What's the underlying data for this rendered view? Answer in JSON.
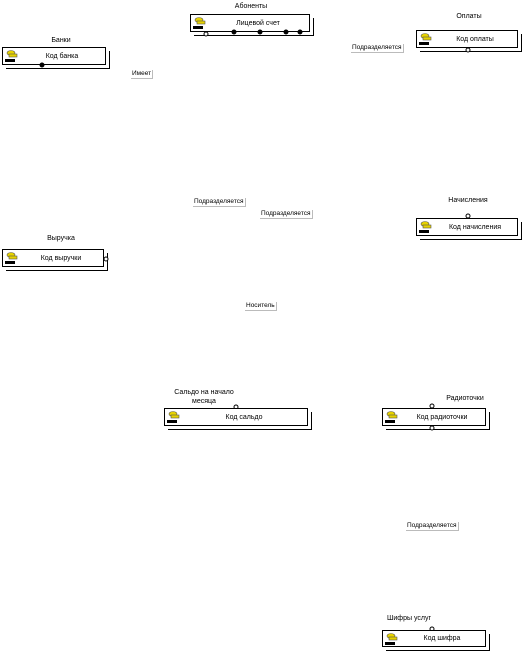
{
  "entities": {
    "abonenty": {
      "title": "Абоненты",
      "key": "Лицевой счет"
    },
    "oplaty": {
      "title": "Оплаты",
      "key": "Код оплаты"
    },
    "banki": {
      "title": "Банки",
      "key": "Код банка"
    },
    "vyruchka": {
      "title": "Выручка",
      "key": "Код выручки"
    },
    "nachisleniya": {
      "title": "Начисления",
      "key": "Код начисления"
    },
    "saldo": {
      "title": "Сальдо на начало месяца",
      "key": "Код сальдо"
    },
    "radiotochki": {
      "title": "Радиоточки",
      "key": "Код радиоточки"
    },
    "shifry": {
      "title": "Шифры услуг",
      "key": "Код шифра"
    }
  },
  "relationships": {
    "r1": "Имеет",
    "r2": "Подразделяется",
    "r3": "Подразделяется",
    "r4": "Подразделяется",
    "r5": "Носитель",
    "r6": "Подразделяется"
  },
  "icon": "key-entity-icon"
}
